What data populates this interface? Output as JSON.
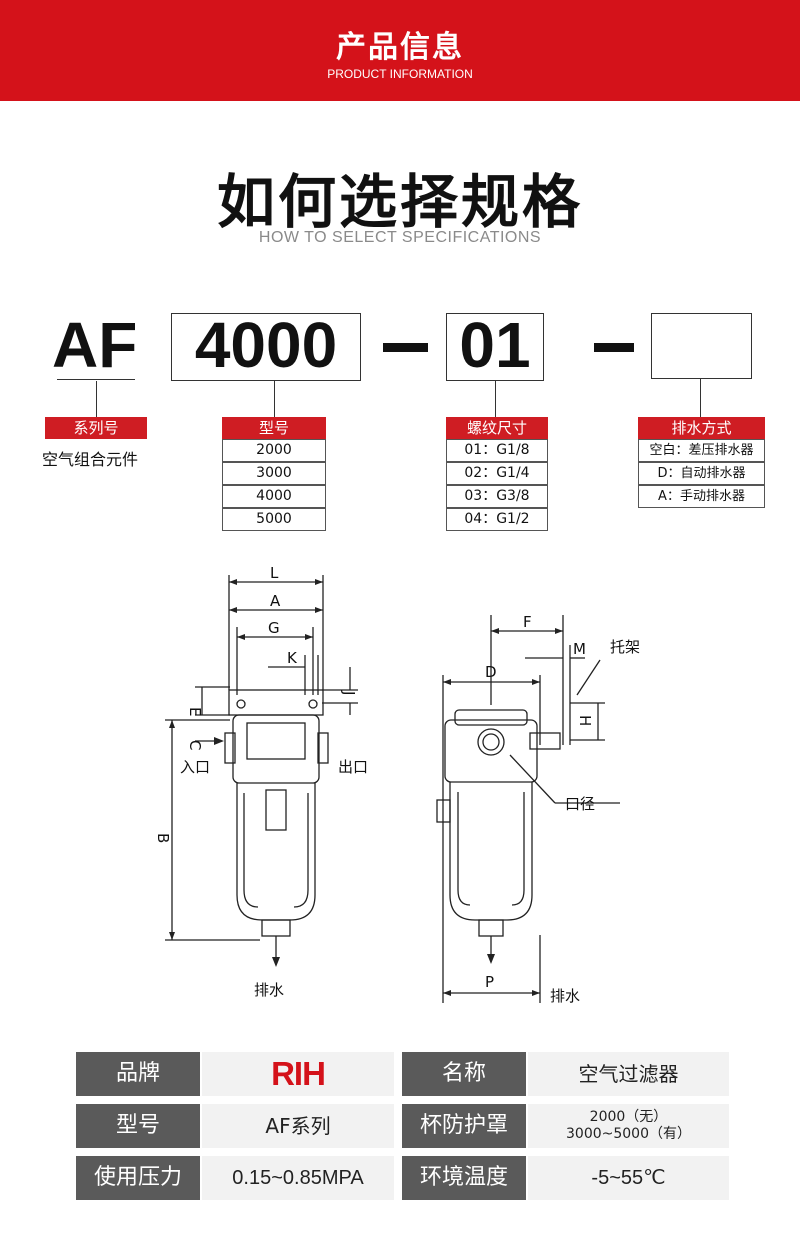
{
  "header": {
    "title": "产品信息",
    "subtitle": "PRODUCT INFORMATION"
  },
  "section": {
    "title": "如何选择规格",
    "subtitle": "HOW TO SELECT SPECIFICATIONS"
  },
  "code": {
    "prefix": "AF",
    "model": "4000",
    "dash1": "–",
    "thread": "01",
    "dash2": "–",
    "drain": ""
  },
  "groups": {
    "series": {
      "label": "系列号",
      "desc": "空气组合元件"
    },
    "model": {
      "label": "型号",
      "options": [
        "2000",
        "3000",
        "4000",
        "5000"
      ]
    },
    "thread": {
      "label": "螺纹尺寸",
      "options": [
        "01：G1/8",
        "02：G1/4",
        "03：G3/8",
        "04：G1/2"
      ]
    },
    "drain": {
      "label": "排水方式",
      "options": [
        "空白：差压排水器",
        "D：自动排水器",
        "A：手动排水器"
      ]
    }
  },
  "diagram": {
    "left": {
      "L": "L",
      "A": "A",
      "G": "G",
      "K": "K",
      "J": "J",
      "E": "E",
      "C": "C",
      "B": "B",
      "inlet": "入口",
      "outlet": "出口",
      "drain": "排水"
    },
    "right": {
      "F": "F",
      "M": "M",
      "bracket": "托架",
      "D": "D",
      "H": "H",
      "port": "口径",
      "P": "P",
      "drain": "排水"
    }
  },
  "specs": [
    {
      "k1": "品牌",
      "v1": "RIH",
      "k2": "名称",
      "v2": "空气过滤器"
    },
    {
      "k1": "型号",
      "v1": "AF系列",
      "k2": "杯防护罩",
      "v2a": "2000（无）",
      "v2b": "3000~5000（有）"
    },
    {
      "k1": "使用压力",
      "v1": "0.15~0.85MPA",
      "k2": "环境温度",
      "v2": "-5~55℃"
    }
  ],
  "colors": {
    "brand_red": "#d4121a",
    "label_red": "#cf1d23",
    "dark_gray": "#5a5a5a",
    "light_gray": "#f2f2f2"
  }
}
